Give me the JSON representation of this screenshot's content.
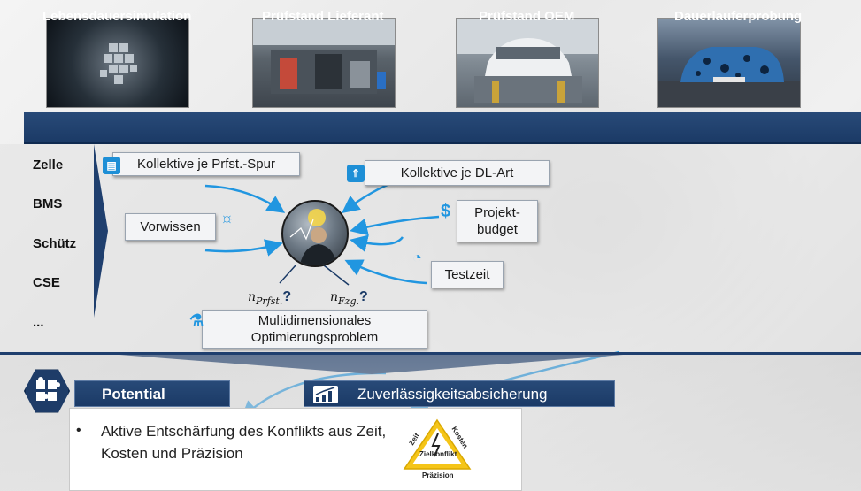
{
  "categories": {
    "items": [
      {
        "label": "Lebensdauersimulation"
      },
      {
        "label": "Prüfstand Lieferant"
      },
      {
        "label": "Prüfstand OEM"
      },
      {
        "label": "Dauerlauferprobung"
      }
    ]
  },
  "photos": [
    {
      "icon": "abstract-cube-image"
    },
    {
      "icon": "test-bench-image"
    },
    {
      "icon": "car-on-test-rig-image"
    },
    {
      "icon": "camouflaged-car-image"
    }
  ],
  "side": {
    "items": [
      "Zelle",
      "BMS",
      "Schütz",
      "CSE",
      "..."
    ]
  },
  "boxes": {
    "kollektive_spur": "Kollektive je Prfst.-Spur",
    "kollektive_dl": "Kollektive je DL-Art",
    "vorwissen": "Vorwissen",
    "projekt_line1": "Projekt-",
    "projekt_line2": "budget",
    "testzeit": "Testzeit",
    "multi_line1": "Multidimensionales",
    "multi_line2": "Optimierungsproblem"
  },
  "formulas": {
    "n": "n",
    "prfst_sub": "Prfst.",
    "fzg_sub": "Fzg.",
    "q": "?"
  },
  "bottom": {
    "potential": "Potential",
    "zuverlaessigkeit": "Zuverlässigkeitsabsicherung",
    "bullet_marker": "•",
    "bullet_text": "Aktive Entschärfung des Konflikts aus Zeit, Kosten und Präzision"
  },
  "triangle": {
    "zeit": "Zeit",
    "kosten": "Kosten",
    "ziel": "Zielkonflikt",
    "praezision": "Präzision"
  },
  "colors": {
    "navy": "#1f3f6e",
    "accent_blue": "#2196e0",
    "warning_yellow": "#f5c518"
  }
}
